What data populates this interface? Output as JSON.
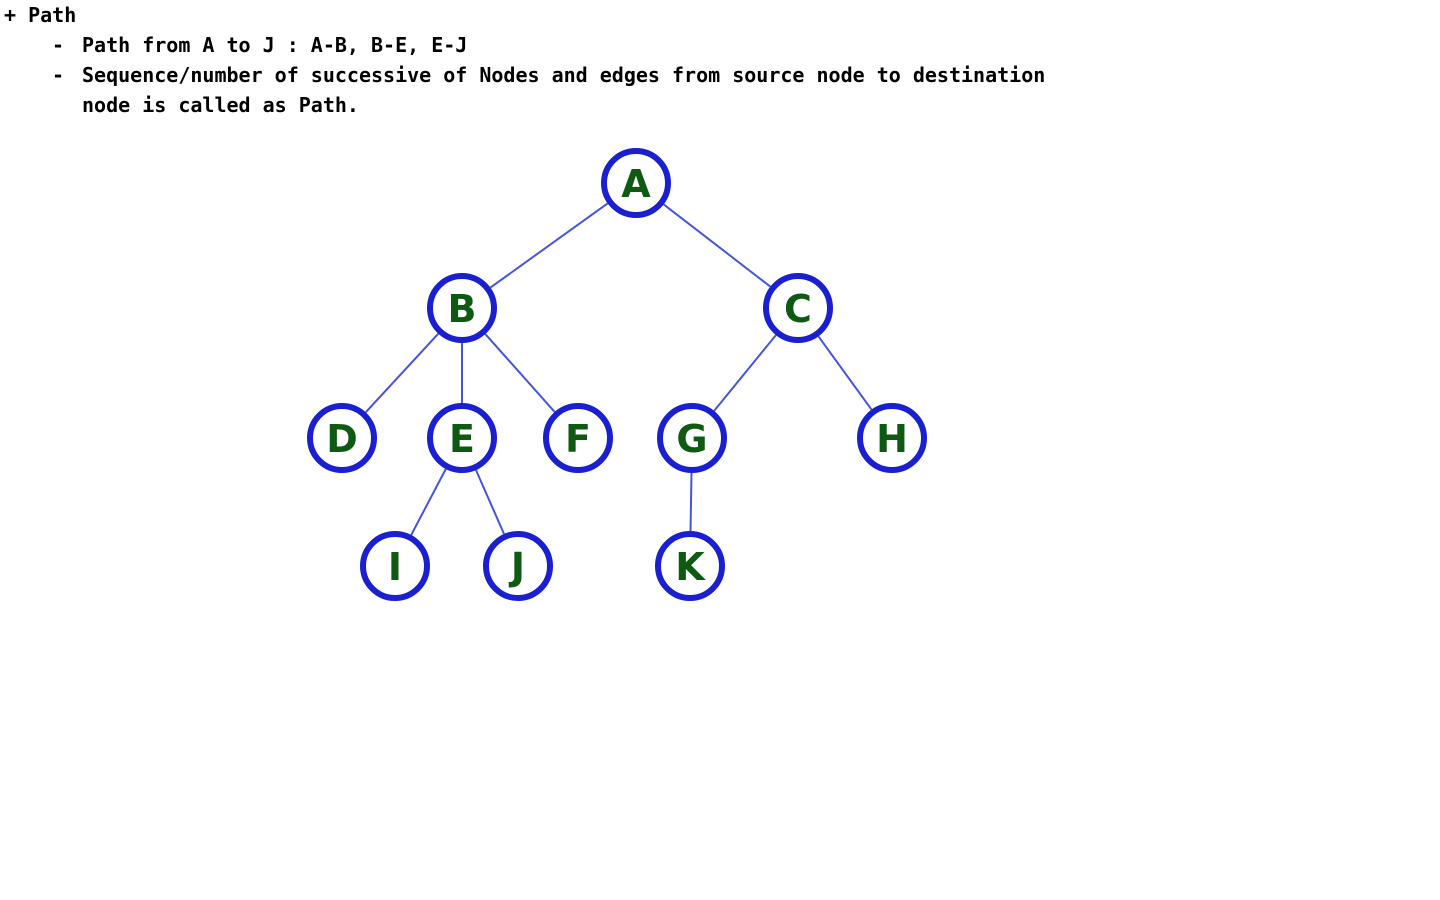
{
  "notes": {
    "heading_marker": "+",
    "heading": "Path",
    "bullets": [
      {
        "marker": "-",
        "lines": [
          "Path from A to J : A-B, B-E, E-J"
        ]
      },
      {
        "marker": "-",
        "lines": [
          "Sequence/number of successive of Nodes and edges from source node to destination",
          "node is called as Path."
        ]
      }
    ]
  },
  "tree": {
    "colors": {
      "node_ring": "#1a1fcf",
      "node_fill": "#ffffff",
      "label": "#0e5a12",
      "edge": "#4455dd"
    },
    "nodes": [
      {
        "id": "A",
        "label": "A"
      },
      {
        "id": "B",
        "label": "B"
      },
      {
        "id": "C",
        "label": "C"
      },
      {
        "id": "D",
        "label": "D"
      },
      {
        "id": "E",
        "label": "E"
      },
      {
        "id": "F",
        "label": "F"
      },
      {
        "id": "G",
        "label": "G"
      },
      {
        "id": "H",
        "label": "H"
      },
      {
        "id": "I",
        "label": "I"
      },
      {
        "id": "J",
        "label": "J"
      },
      {
        "id": "K",
        "label": "K"
      }
    ],
    "edges": [
      {
        "from": "A",
        "to": "B"
      },
      {
        "from": "A",
        "to": "C"
      },
      {
        "from": "B",
        "to": "D"
      },
      {
        "from": "B",
        "to": "E"
      },
      {
        "from": "B",
        "to": "F"
      },
      {
        "from": "C",
        "to": "G"
      },
      {
        "from": "C",
        "to": "H"
      },
      {
        "from": "E",
        "to": "I"
      },
      {
        "from": "E",
        "to": "J"
      },
      {
        "from": "G",
        "to": "K"
      }
    ]
  }
}
